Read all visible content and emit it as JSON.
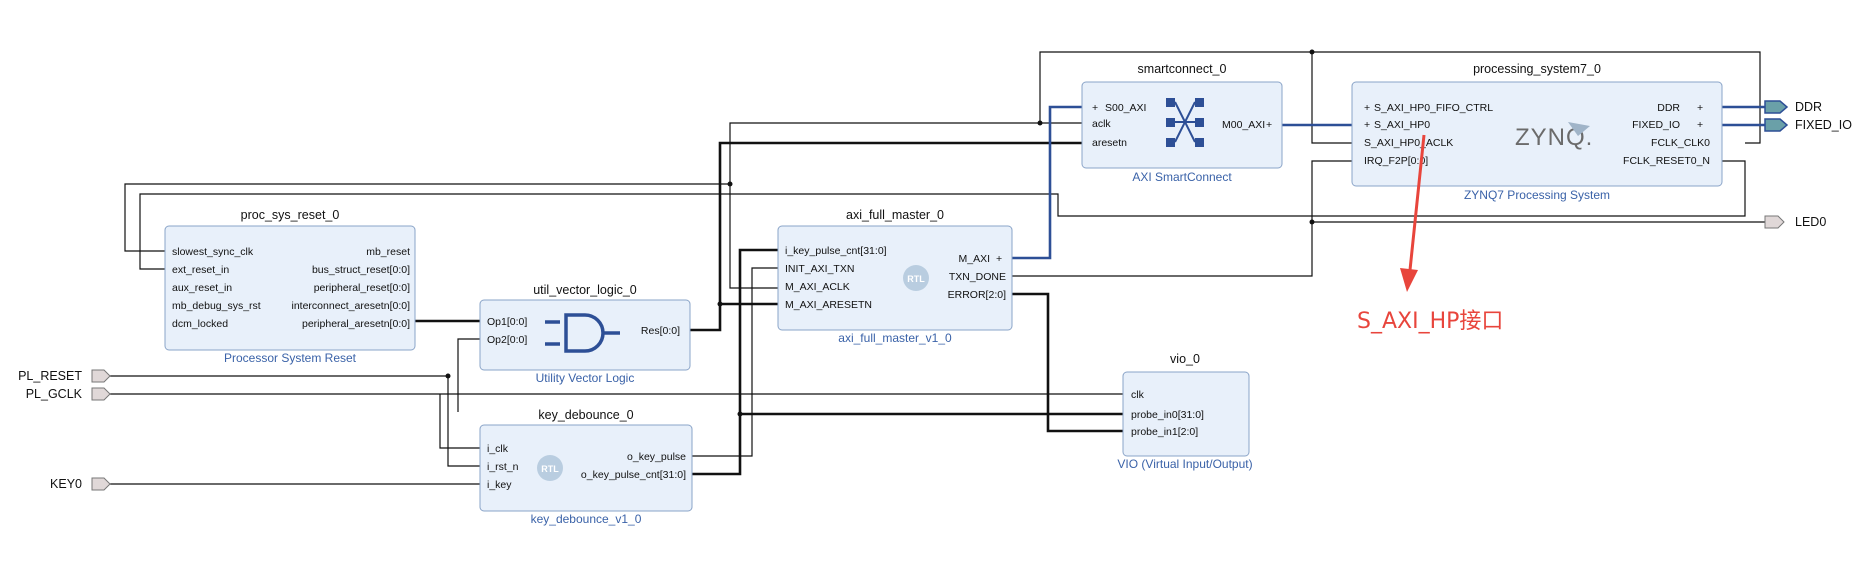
{
  "blocks": {
    "smartconnect": {
      "title": "smartconnect_0",
      "subtitle": "AXI SmartConnect",
      "pins_left": [
        "S00_AXI",
        "aclk",
        "aresetn"
      ],
      "pins_right": [
        "M00_AXI"
      ]
    },
    "ps7": {
      "title": "processing_system7_0",
      "subtitle": "ZYNQ7 Processing System",
      "logo": "ZYNQ.",
      "pins_left": [
        "S_AXI_HP0_FIFO_CTRL",
        "S_AXI_HP0",
        "S_AXI_HP0_ACLK",
        "IRQ_F2P[0:0]"
      ],
      "pins_right": [
        "DDR",
        "FIXED_IO",
        "FCLK_CLK0",
        "FCLK_RESET0_N"
      ]
    },
    "proc_sys_reset": {
      "title": "proc_sys_reset_0",
      "subtitle": "Processor System Reset",
      "pins_left": [
        "slowest_sync_clk",
        "ext_reset_in",
        "aux_reset_in",
        "mb_debug_sys_rst",
        "dcm_locked"
      ],
      "pins_right": [
        "mb_reset",
        "bus_struct_reset[0:0]",
        "peripheral_reset[0:0]",
        "interconnect_aresetn[0:0]",
        "peripheral_aresetn[0:0]"
      ]
    },
    "util_vector_logic": {
      "title": "util_vector_logic_0",
      "subtitle": "Utility Vector Logic",
      "pins_left": [
        "Op1[0:0]",
        "Op2[0:0]"
      ],
      "pins_right": [
        "Res[0:0]"
      ]
    },
    "axi_full_master": {
      "title": "axi_full_master_0",
      "subtitle": "axi_full_master_v1_0",
      "badge": "RTL",
      "pins_left": [
        "i_key_pulse_cnt[31:0]",
        "INIT_AXI_TXN",
        "M_AXI_ACLK",
        "M_AXI_ARESETN"
      ],
      "pins_right": [
        "M_AXI",
        "TXN_DONE",
        "ERROR[2:0]"
      ]
    },
    "vio": {
      "title": "vio_0",
      "subtitle": "VIO (Virtual Input/Output)",
      "pins_left": [
        "clk",
        "probe_in0[31:0]",
        "probe_in1[2:0]"
      ]
    },
    "key_debounce": {
      "title": "key_debounce_0",
      "subtitle": "key_debounce_v1_0",
      "badge": "RTL",
      "pins_left": [
        "i_clk",
        "i_rst_n",
        "i_key"
      ],
      "pins_right": [
        "o_key_pulse",
        "o_key_pulse_cnt[31:0]"
      ]
    }
  },
  "external_ports": {
    "inputs": [
      "PL_RESET",
      "PL_GCLK",
      "KEY0"
    ],
    "outputs": [
      "DDR",
      "FIXED_IO",
      "LED0"
    ]
  },
  "annotation": {
    "text": "S_AXI_HP接口",
    "color": "#e8453c"
  },
  "colors": {
    "block_fill": "#e8f0fa",
    "block_border": "#8aa4c8",
    "axi_bus": "#2d4f96",
    "subtitle": "#3a62a8"
  }
}
